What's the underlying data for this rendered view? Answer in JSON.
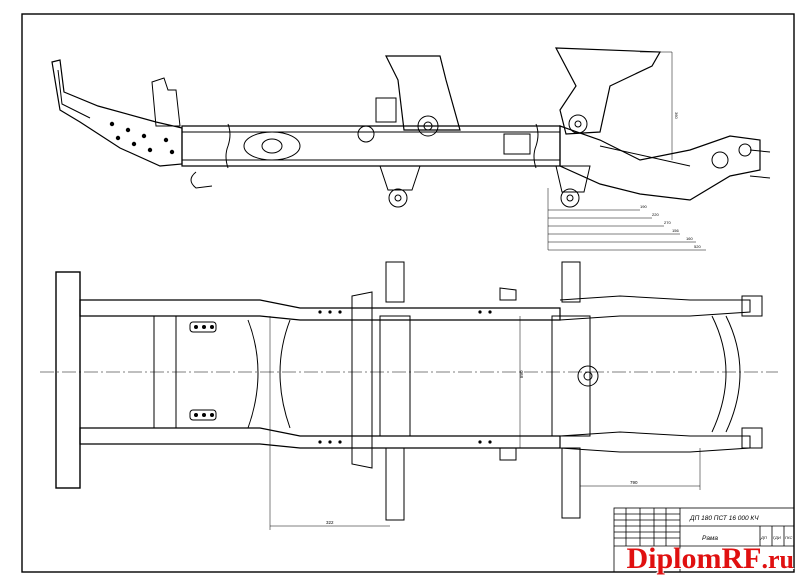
{
  "drawing": {
    "title_block": {
      "designation": "ДП 180 ПСТ 16 000 КЧ",
      "name": "Рама",
      "sheet_marks": [
        "ДП",
        "ГДИ",
        "ГКС"
      ]
    },
    "side_view_dims": [
      "360",
      "190",
      "220",
      "270",
      "156",
      "160",
      "520"
    ],
    "plan_dims": {
      "track": "890",
      "left_offset": "322",
      "right_offset": "790"
    }
  },
  "watermark": {
    "brand": "DiplomRF",
    "tld": ".ru"
  }
}
